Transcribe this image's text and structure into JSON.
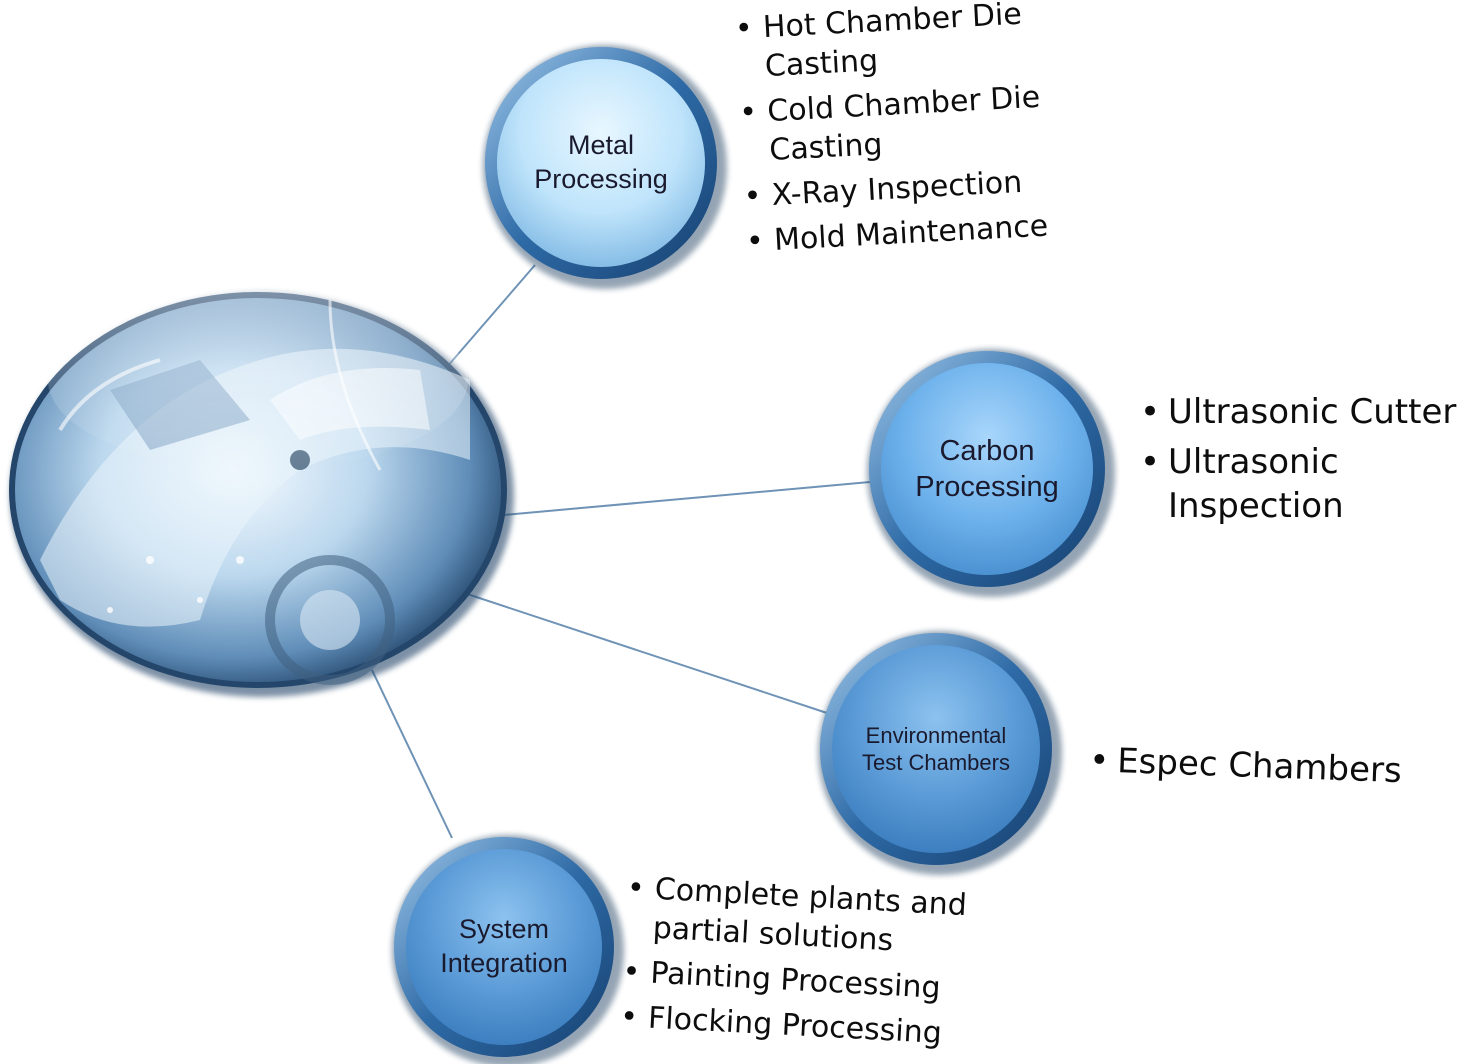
{
  "diagram": {
    "hub": {
      "icon": "car-photo-icon"
    },
    "nodes": [
      {
        "id": "metal",
        "label": "Metal Processing",
        "items": [
          "Hot Chamber Die Casting",
          "Cold Chamber Die Casting",
          "X-Ray Inspection",
          "Mold Maintenance"
        ]
      },
      {
        "id": "carbon",
        "label": "Carbon Processing",
        "items": [
          "Ultrasonic Cutter",
          "Ultrasonic Inspection"
        ]
      },
      {
        "id": "environmental",
        "label": "Environmental Test Chambers",
        "items": [
          "Espec Chambers"
        ]
      },
      {
        "id": "system",
        "label": "System Integration",
        "items": [
          "Complete plants and partial solutions",
          "Painting Processing",
          "Flocking Processing"
        ]
      }
    ],
    "colors": {
      "node_light": "#d8f1ff",
      "node_dark": "#3d84c6",
      "ring": "#2f6aa3",
      "connector": "#6f93b6"
    }
  }
}
